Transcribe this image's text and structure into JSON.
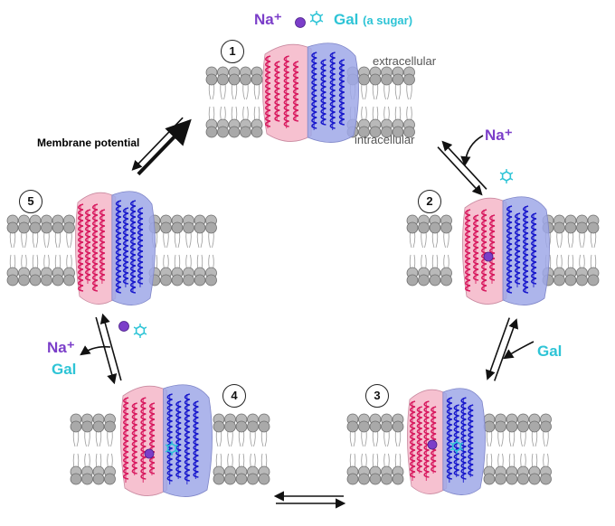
{
  "steps": [
    {
      "number": "1"
    },
    {
      "number": "2"
    },
    {
      "number": "3"
    },
    {
      "number": "4"
    },
    {
      "number": "5"
    }
  ],
  "labels": {
    "na_top": "Na⁺",
    "gal_top": "Gal",
    "gal_top_note": "(a sugar)",
    "extracellular": "extracellular",
    "intracellular": "intracellular",
    "membrane_potential": "Membrane potential",
    "na_step2": "Na⁺",
    "gal_step3": "Gal",
    "na_release": "Na⁺",
    "gal_release": "Gal"
  },
  "colors": {
    "sodium": "#7b3ec9",
    "galactose": "#2ec4d6",
    "helix_pink": "#d81b60",
    "helix_blue": "#1a1acc",
    "surface_pink": "#f4b6c8",
    "surface_blue": "#9fa8e8",
    "lipid": "#a9a9a9"
  }
}
